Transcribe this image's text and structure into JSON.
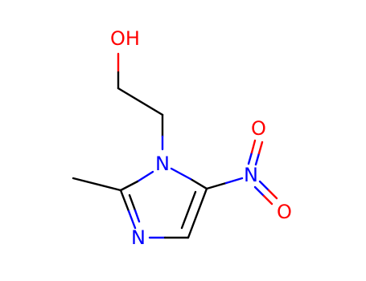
{
  "molecule": {
    "atom_labels": {
      "hydroxyl": "OH",
      "ring_n1": "N",
      "ring_n3": "N",
      "nitro_n": "N",
      "nitro_o_top": "O",
      "nitro_o_bottom": "O"
    },
    "colors": {
      "carbon_bond": "#000000",
      "oxygen": "#ff0000",
      "nitrogen": "#0000ff",
      "background": "#ffffff"
    }
  }
}
